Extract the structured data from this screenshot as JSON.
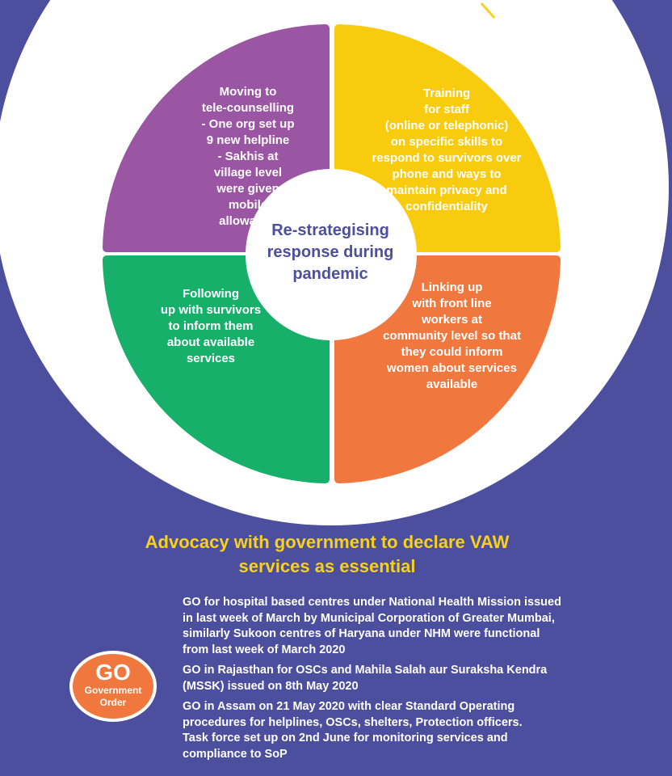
{
  "colors": {
    "background": "#4c4f9e",
    "purple": "#9a55a3",
    "yellow": "#f8cb0e",
    "green": "#16b06a",
    "orange": "#f0773e",
    "heading": "#f7d11e",
    "center_text": "#4c4f9e"
  },
  "center": {
    "title": "Re-strategising\nresponse during\npandemic"
  },
  "quadrants": {
    "top_left": "Moving to\ntele-counselling\n- One org set up\n9 new helpline\n- Sakhis at\nvillage level\nwere given\nmobile\nallowance",
    "top_right": "Training\nfor staff\n(online or telephonic)\non specific skills to\nrespond to survivors over\nphone and ways to\nmaintain privacy and\nconfidentiality",
    "bottom_left": "Following\nup with survivors\nto inform them\nabout available\nservices",
    "bottom_right": "Linking up\nwith front line\nworkers at\ncommunity level so that\nthey could inform\nwomen about services\navailable"
  },
  "advocacy": {
    "heading": "Advocacy with government to declare VAW\nservices as essential"
  },
  "go_badge": {
    "title": "GO",
    "subtitle": "Government\nOrder"
  },
  "go_items": [
    "GO for hospital based centres under National Health Mission issued\nin last week of March by Municipal Corporation of Greater Mumbai,\nsimilarly Sukoon centres of Haryana under NHM were functional\nfrom last week of March 2020",
    "GO in Rajasthan for OSCs and Mahila Salah aur Suraksha Kendra\n(MSSK) issued on 8th May 2020",
    "GO in Assam on 21 May 2020 with clear Standard Operating\nprocedures for helplines, OSCs, shelters, Protection officers.\nTask force set up on 2nd June for monitoring services and\ncompliance to SoP"
  ]
}
